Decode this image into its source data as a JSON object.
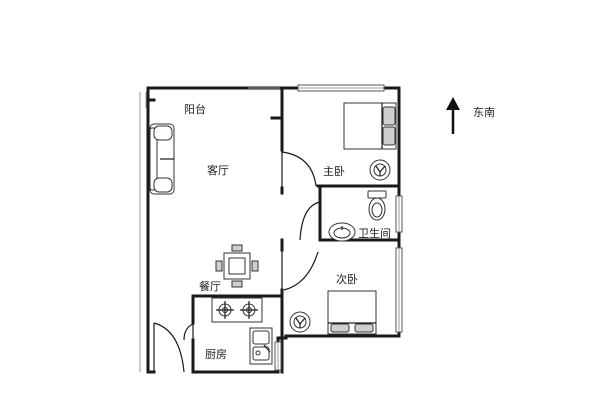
{
  "rooms": {
    "balcony": "阳台",
    "living_room": "客厅",
    "master_bedroom": "主卧",
    "bathroom": "卫生间",
    "second_bedroom": "次卧",
    "dining_room": "餐厅",
    "kitchen": "厨房"
  },
  "compass": {
    "label": "东南"
  }
}
